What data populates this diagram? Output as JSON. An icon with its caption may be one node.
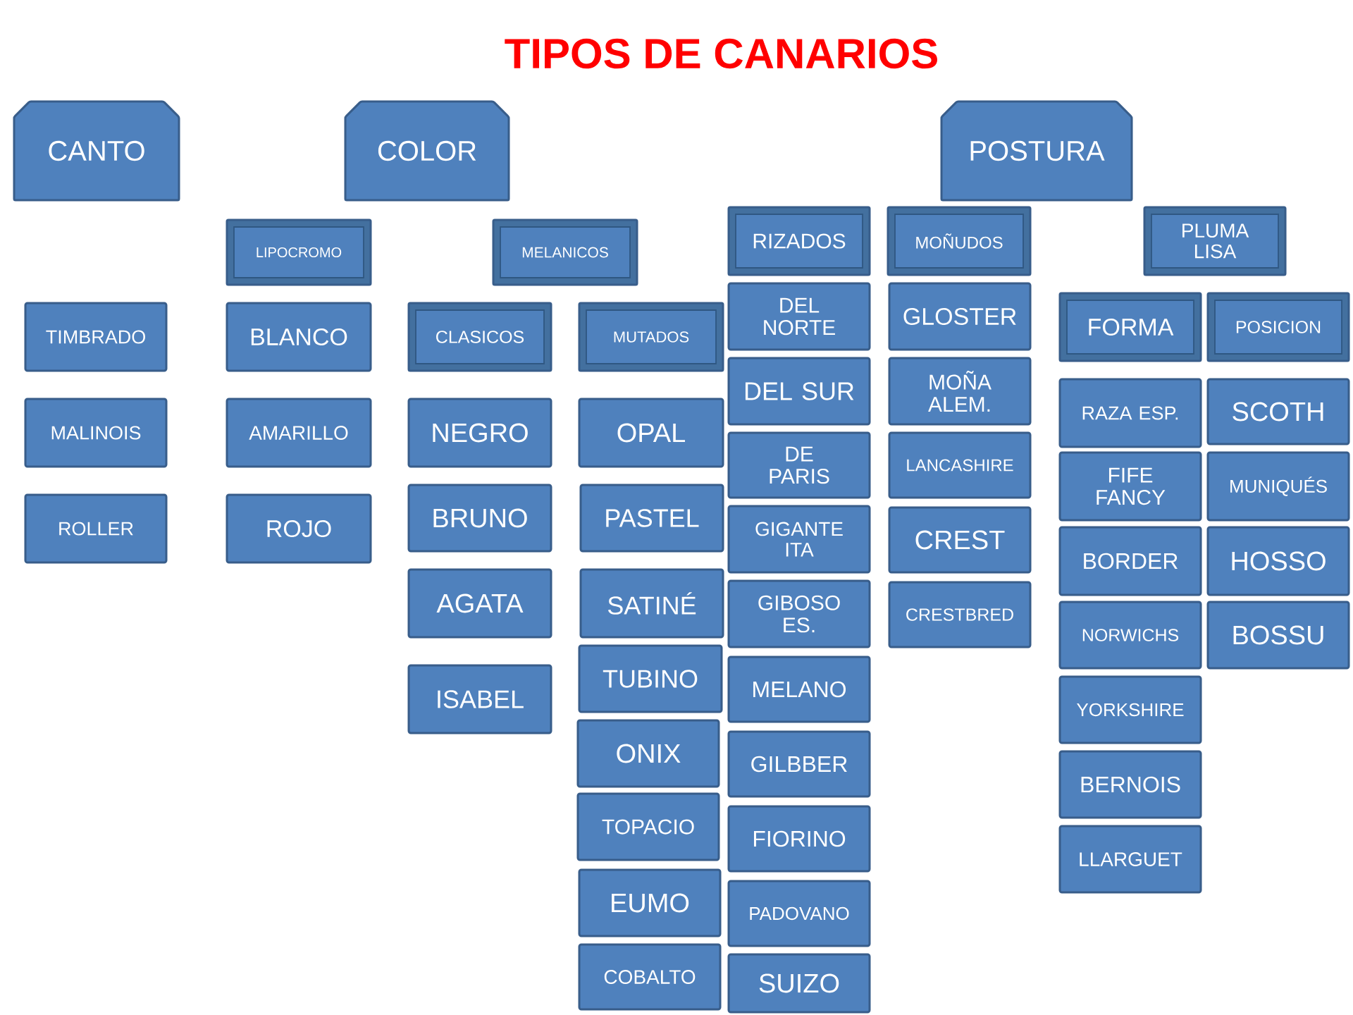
{
  "diagram": {
    "title": "TIPOS DE CANARIOS",
    "nodes": [
      {
        "text": [
          "CANTO"
        ]
      },
      {
        "text": [
          "TIMBRADO"
        ]
      },
      {
        "text": [
          "MALINOIS"
        ]
      },
      {
        "text": [
          "ROLLER"
        ]
      },
      {
        "text": [
          "COLOR"
        ]
      },
      {
        "text": [
          "LIPOCROMO"
        ]
      },
      {
        "text": [
          "BLANCO"
        ]
      },
      {
        "text": [
          "AMARILLO"
        ]
      },
      {
        "text": [
          "ROJO"
        ]
      },
      {
        "text": [
          "MELANICOS"
        ]
      },
      {
        "text": [
          "CLASICOS"
        ]
      },
      {
        "text": [
          "NEGRO"
        ]
      },
      {
        "text": [
          "BRUNO"
        ]
      },
      {
        "text": [
          "AGATA"
        ]
      },
      {
        "text": [
          "ISABEL"
        ]
      },
      {
        "text": [
          "MUTADOS"
        ]
      },
      {
        "text": [
          "OPAL"
        ]
      },
      {
        "text": [
          "PASTEL"
        ]
      },
      {
        "text": [
          "SATINÉ"
        ]
      },
      {
        "text": [
          "TUBINO"
        ]
      },
      {
        "text": [
          "ONIX"
        ]
      },
      {
        "text": [
          "TOPACIO"
        ]
      },
      {
        "text": [
          "EUMO"
        ]
      },
      {
        "text": [
          "COBALTO"
        ]
      },
      {
        "text": [
          "POSTURA"
        ]
      },
      {
        "text": [
          "RIZADOS"
        ]
      },
      {
        "text": [
          "DEL NORTE"
        ]
      },
      {
        "text": [
          "DEL SUR"
        ]
      },
      {
        "text": [
          "DE PARIS"
        ]
      },
      {
        "text": [
          "GIGANTE ITA"
        ]
      },
      {
        "text": [
          "GIBOSO ES."
        ]
      },
      {
        "text": [
          "MELANO"
        ]
      },
      {
        "text": [
          "GILBBER"
        ]
      },
      {
        "text": [
          "FIORINO"
        ]
      },
      {
        "text": [
          "PADOVANO"
        ]
      },
      {
        "text": [
          "SUIZO"
        ]
      },
      {
        "text": [
          "MOÑUDOS"
        ]
      },
      {
        "text": [
          "GLOSTER"
        ]
      },
      {
        "text": [
          "MOÑA ALEM."
        ]
      },
      {
        "text": [
          "LANCASHIRE"
        ]
      },
      {
        "text": [
          "CREST"
        ]
      },
      {
        "text": [
          "CRESTBRED"
        ]
      },
      {
        "text": [
          "PLUMA LISA"
        ]
      },
      {
        "text": [
          "FORMA"
        ]
      },
      {
        "text": [
          "RAZA ESP."
        ]
      },
      {
        "text": [
          "FIFE FANCY"
        ]
      },
      {
        "text": [
          "BORDER"
        ]
      },
      {
        "text": [
          "NORWICHS"
        ]
      },
      {
        "text": [
          "YORKSHIRE"
        ]
      },
      {
        "text": [
          "BERNOIS"
        ]
      },
      {
        "text": [
          "LLARGUET"
        ]
      },
      {
        "text": [
          "POSICION"
        ]
      },
      {
        "text": [
          "SCOTH"
        ]
      },
      {
        "text": [
          "MUNIQUÉS"
        ]
      },
      {
        "text": [
          "HOSSO"
        ]
      },
      {
        "text": [
          "BOSSU"
        ]
      }
    ]
  }
}
